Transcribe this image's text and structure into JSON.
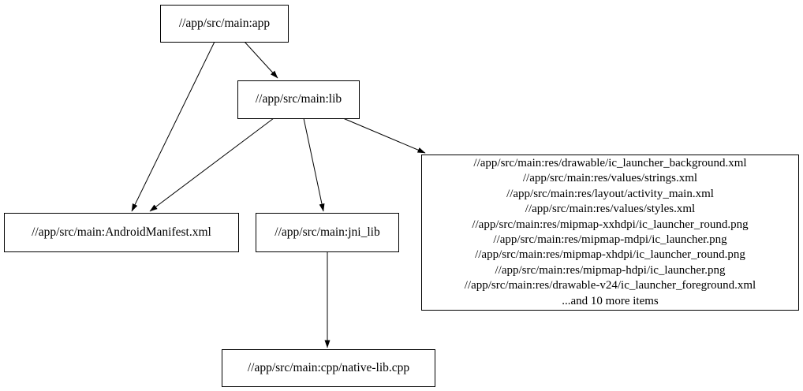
{
  "graph": {
    "type": "directed-dependency-graph",
    "colors": {
      "background": "#ffffff",
      "node_border": "#000000",
      "edge": "#000000",
      "text": "#000000"
    },
    "nodes": {
      "app": {
        "label": "//app/src/main:app"
      },
      "lib": {
        "label": "//app/src/main:lib"
      },
      "manifest": {
        "label": "//app/src/main:AndroidManifest.xml"
      },
      "jni_lib": {
        "label": "//app/src/main:jni_lib"
      },
      "native_lib": {
        "label": "//app/src/main:cpp/native-lib.cpp"
      },
      "resources": {
        "lines": [
          "//app/src/main:res/drawable/ic_launcher_background.xml",
          "//app/src/main:res/values/strings.xml",
          "//app/src/main:res/layout/activity_main.xml",
          "//app/src/main:res/values/styles.xml",
          "//app/src/main:res/mipmap-xxhdpi/ic_launcher_round.png",
          "//app/src/main:res/mipmap-mdpi/ic_launcher.png",
          "//app/src/main:res/mipmap-xhdpi/ic_launcher_round.png",
          "//app/src/main:res/mipmap-hdpi/ic_launcher.png",
          "//app/src/main:res/drawable-v24/ic_launcher_foreground.xml",
          "...and 10 more items"
        ]
      }
    },
    "edges": [
      {
        "from": "app",
        "to": "lib"
      },
      {
        "from": "app",
        "to": "manifest"
      },
      {
        "from": "lib",
        "to": "manifest"
      },
      {
        "from": "lib",
        "to": "jni_lib"
      },
      {
        "from": "lib",
        "to": "resources"
      },
      {
        "from": "jni_lib",
        "to": "native_lib"
      }
    ]
  }
}
